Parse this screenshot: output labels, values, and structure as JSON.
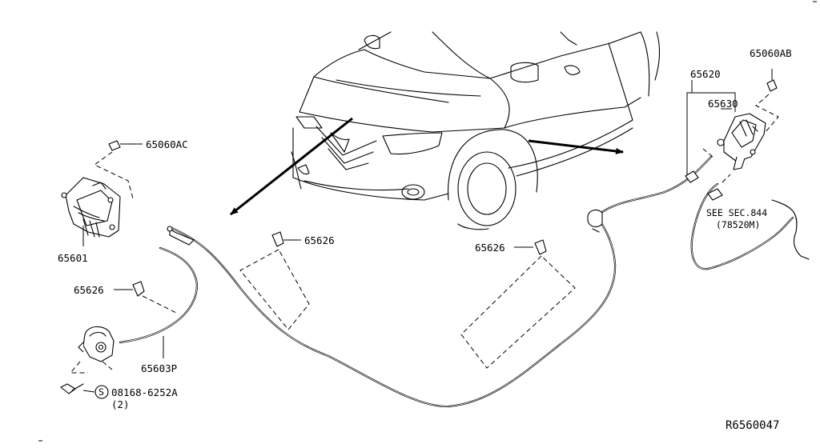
{
  "labels": {
    "bolt_65060ac": "65060AC",
    "lock_65601": "65601",
    "clip_65626_left": "65626",
    "handle_65603p": "65603P",
    "bolt_symbol": "S",
    "bolt_08168": "08168-6252A",
    "bolt_qty": "(2)",
    "clip_65626_middle": "65626",
    "clip_65626_right": "65626",
    "bolt_65060ab": "65060AB",
    "cable_65620": "65620",
    "release_65630": "65630",
    "see_sec_line1": "SEE SEC.844",
    "see_sec_line2": "(78520M)"
  },
  "reference_code": "R6560047"
}
